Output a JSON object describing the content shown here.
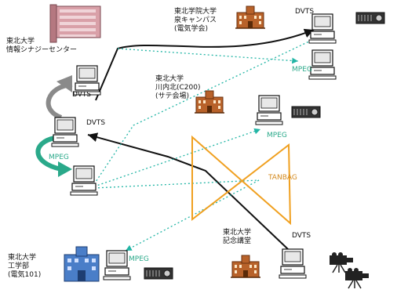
{
  "colors": {
    "dvts_line": "#111111",
    "mpeg_line": "#22b5a5",
    "tanbag": "#f0a020",
    "arrow_gray": "#8a8a8a",
    "arrow_green": "#2aa98a",
    "building_brown": "#b8622a",
    "building_pink": "#d9a0a8",
    "building_blue": "#4a7ec8"
  },
  "nodes": {
    "center": {
      "line1": "東北大学",
      "line2": "情報シナジーセンター"
    },
    "gakuin": {
      "line1": "東北学院大学",
      "line2": "泉キャンパス",
      "line3": "(電気学会)"
    },
    "kawauchi": {
      "line1": "東北大学",
      "line2": "川内北(C200)",
      "line3": "(サテ会場)"
    },
    "kogakubu": {
      "line1": "東北大学",
      "line2": "工学部",
      "line3": "(電気101)"
    },
    "kinenkan": {
      "line1": "東北大学",
      "line2": "記念講堂"
    }
  },
  "protocols": {
    "dvts_gakuin": "DVTS",
    "mpeg_gakuin": "MPEG",
    "dvts_center_upper": "DVTS",
    "dvts_center_lower": "DVTS",
    "mpeg_center": "MPEG",
    "mpeg_kawauchi": "MPEG",
    "tanbag": "TANBAG",
    "mpeg_kogakubu": "MPEG",
    "dvts_kinenkan": "DVTS"
  },
  "icons": [
    "building-icon",
    "computer-icon",
    "projector-icon",
    "video-camera-icon"
  ]
}
